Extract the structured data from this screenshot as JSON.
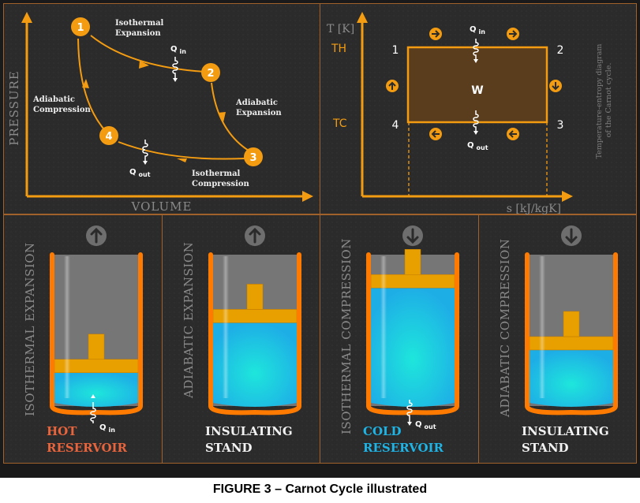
{
  "colors": {
    "accent": "#f39c12",
    "panel_border": "#a0622a",
    "axis_label": "#8a8a8a",
    "hot": "#e8643c",
    "cold": "#1eb4e6",
    "gas": "#1ec8e6",
    "piston": "#e8a000",
    "cylinder_wall": "#ff7a00",
    "tS_fill": "#5a3d1c"
  },
  "pv_diagram": {
    "x_axis_label": "VOLUME",
    "y_axis_label": "PRESSURE",
    "points": [
      "1",
      "2",
      "3",
      "4"
    ],
    "processes": {
      "p12": [
        "Isothermal",
        "Expansion"
      ],
      "p23": [
        "Adiabatic",
        "Expansion"
      ],
      "p34": [
        "Isothermal",
        "Compression"
      ],
      "p41": [
        "Adiabatic",
        "Compression"
      ]
    },
    "q_in": {
      "q": "Q",
      "sub": "in"
    },
    "q_out": {
      "q": "Q",
      "sub": "out"
    }
  },
  "ts_diagram": {
    "y_axis_label": "T [K]",
    "x_axis_label": "s [kJ/kgK]",
    "th_label": "TH",
    "tc_label": "TC",
    "corners": [
      "1",
      "2",
      "3",
      "4"
    ],
    "work_label": "W",
    "q_in": {
      "q": "Q",
      "sub": "in"
    },
    "q_out": {
      "q": "Q",
      "sub": "out"
    },
    "side_note": [
      "Temperature-entropy diagram",
      "of the Carnot cycle."
    ]
  },
  "stages": [
    {
      "title": "ISOTHERMAL EXPANSION",
      "direction": "up",
      "gas_level": 0.22,
      "reservoir": [
        "HOT",
        "RESERVOIR"
      ],
      "reservoir_type": "hot",
      "heat": {
        "q": "Q",
        "sub": "in",
        "dir": "up"
      }
    },
    {
      "title": "ADIABATIC EXPANSION",
      "direction": "up",
      "gas_level": 0.55,
      "reservoir": [
        "INSULATING",
        "STAND"
      ],
      "reservoir_type": "neutral",
      "heat": null
    },
    {
      "title": "ISOTHERMAL COMPRESSION",
      "direction": "down",
      "gas_level": 0.78,
      "reservoir": [
        "COLD",
        "RESERVOIR"
      ],
      "reservoir_type": "cold",
      "heat": {
        "q": "Q",
        "sub": "out",
        "dir": "down"
      }
    },
    {
      "title": "ADIABATIC COMPRESSION",
      "direction": "down",
      "gas_level": 0.37,
      "reservoir": [
        "INSULATING",
        "STAND"
      ],
      "reservoir_type": "neutral",
      "heat": null
    }
  ],
  "caption": "FIGURE 3 – Carnot Cycle illustrated"
}
